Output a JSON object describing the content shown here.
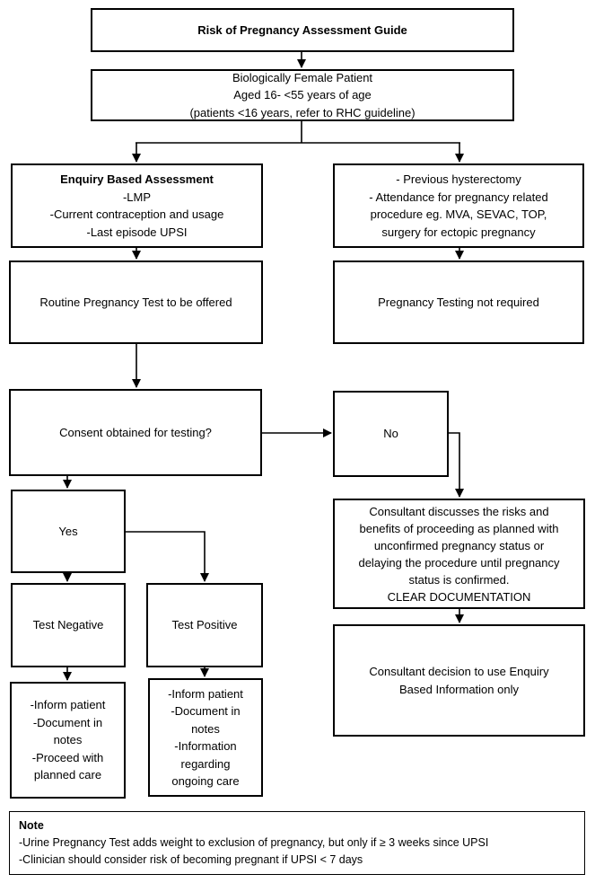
{
  "colors": {
    "line": "#000000",
    "background": "#ffffff",
    "text": "#000000"
  },
  "flowchart": {
    "title_box": "Risk of Pregnancy Assessment Guide",
    "patient_box": "Biologically Female Patient\nAged 16- <55 years of age\n(patients <16 years, refer to RHC guideline)",
    "enquiry_box": {
      "title": "Enquiry Based Assessment",
      "body": "-LMP\n-Current contraception and usage\n-Last episode UPSI"
    },
    "exclusion_box": "- Previous hysterectomy\n- Attendance for pregnancy related\nprocedure eg. MVA, SEVAC, TOP,\nsurgery for ectopic pregnancy",
    "routine_test_box": "Routine Pregnancy Test to be offered",
    "not_required_box": "Pregnancy Testing not required",
    "consent_box": "Consent obtained for testing?",
    "no_box": "No",
    "yes_box": "Yes",
    "consultant_discuss_box": "Consultant discusses the risks and\nbenefits of proceeding as planned with\nunconfirmed pregnancy status or\ndelaying the procedure until pregnancy\nstatus is confirmed.\nCLEAR DOCUMENTATION",
    "consultant_decision_box": "Consultant decision to use Enquiry\nBased Information only",
    "test_negative_box": "Test Negative",
    "test_positive_box": "Test Positive",
    "negative_outcome_box": "-Inform patient\n-Document in\nnotes\n-Proceed with\nplanned care",
    "positive_outcome_box": "-Inform patient\n-Document in\nnotes\n-Information\nregarding\nongoing care",
    "note_box": {
      "title": "Note",
      "body": "-Urine Pregnancy Test adds weight to exclusion of pregnancy, but only if ≥ 3 weeks since UPSI\n-Clinician should consider risk of becoming pregnant if UPSI < 7 days"
    }
  }
}
